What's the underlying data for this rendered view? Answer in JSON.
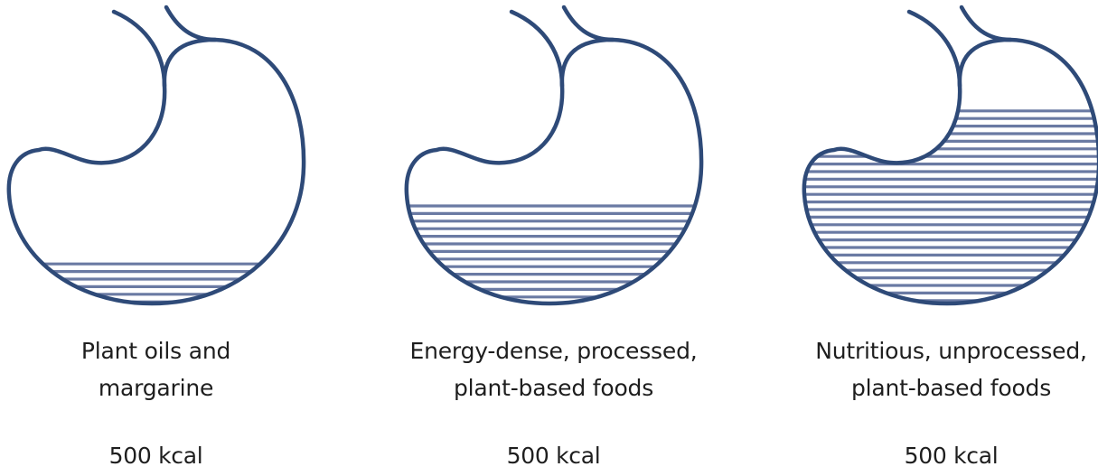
{
  "figure": {
    "outline_color": "#2e4a78",
    "fill_line_color": "#6a7aa3",
    "panels": [
      {
        "caption_lines": [
          "Plant oils and",
          "margarine"
        ],
        "energy": "500 kcal",
        "fill_fraction": 0.15
      },
      {
        "caption_lines": [
          "Energy-dense, processed,",
          "plant-based foods"
        ],
        "energy": "500 kcal",
        "fill_fraction": 0.37
      },
      {
        "caption_lines": [
          "Nutritious, unprocessed,",
          "plant-based foods"
        ],
        "energy": "500 kcal",
        "fill_fraction": 0.73
      }
    ]
  }
}
